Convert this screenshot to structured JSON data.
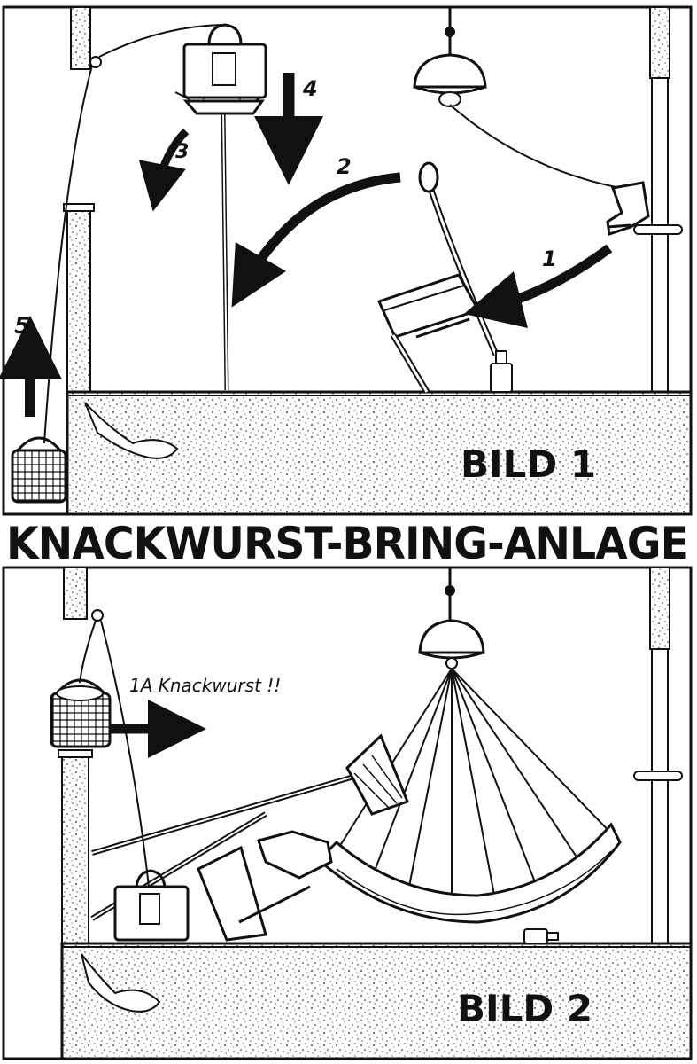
{
  "banner": {
    "title": "KNACKWURST-BRING-ANLAGE"
  },
  "panel1": {
    "label": "BILD 1",
    "steps": [
      "1",
      "2",
      "3",
      "4",
      "5"
    ]
  },
  "panel2": {
    "label": "BILD 2",
    "caption": "1A Knackwurst !!"
  },
  "colors": {
    "ink": "#111111",
    "paper": "#ffffff"
  }
}
